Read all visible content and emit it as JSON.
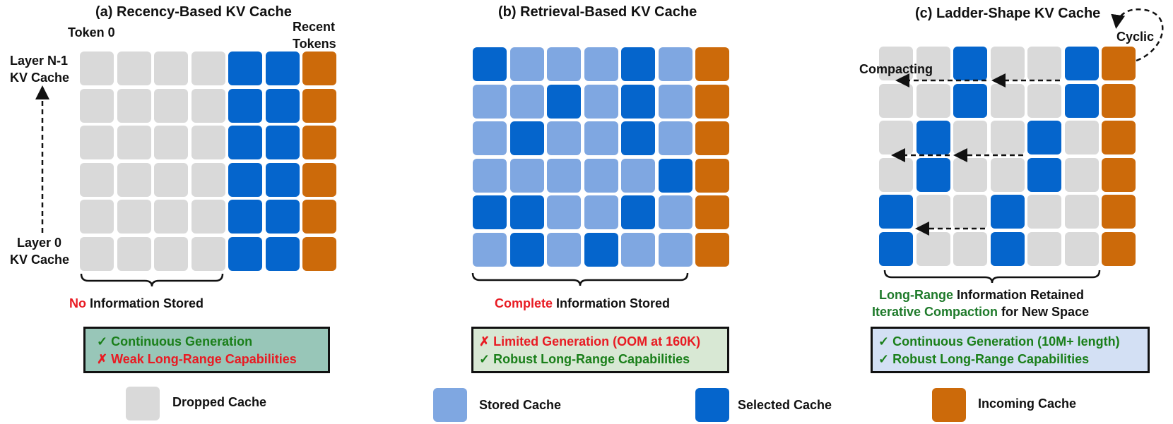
{
  "colors": {
    "dropped": "#d9d9d9",
    "stored": "#7fa7e1",
    "selected": "#0565cc",
    "incoming": "#cc6a0a",
    "red": "#e81b23",
    "green": "#1a7f1a"
  },
  "panel_a": {
    "title": "(a) Recency-Based KV Cache",
    "token0": "Token 0",
    "recent_line1": "Recent",
    "recent_line2": "Tokens",
    "layer_top_1": "Layer N-1",
    "layer_top_2": "KV Cache",
    "layer_bot_1": "Layer 0",
    "layer_bot_2": "KV Cache",
    "caption_red": "No",
    "caption_rest": " Information Stored",
    "grid": [
      "DDDDSSI",
      "DDDDSSI",
      "DDDDSSI",
      "DDDDSSI",
      "DDDDSSI",
      "DDDDSSI"
    ],
    "box_line1": "✓ Continuous Generation",
    "box_line2": "✗ Weak Long-Range Capabilities"
  },
  "panel_b": {
    "title": "(b) Retrieval-Based KV Cache",
    "caption_red": "Complete",
    "caption_rest": " Information Stored",
    "grid": [
      "STTTSTI",
      "TTSTSTI",
      "TSTTSTI",
      "TTTTTSI",
      "SSTTSTI",
      "TSTSTTI"
    ],
    "box_line1": "✗ Limited Generation (OOM at 160K)",
    "box_line2": "✓ Robust Long-Range Capabilities"
  },
  "panel_c": {
    "title": "(c) Ladder-Shape KV Cache",
    "cyclic": "Cyclic",
    "compacting": "Compacting",
    "caption1_green": "Long-Range",
    "caption1_rest": " Information Retained",
    "caption2_green": "Iterative Compaction",
    "caption2_rest": " for New Space",
    "grid": [
      "DDSDDSI",
      "DDSDDSI",
      "DSDDSDI",
      "DSDDSDI",
      "SDDSDDI",
      "SDDSDDI"
    ],
    "box_line1": "✓ Continuous Generation (10M+ length)",
    "box_line2": "✓ Robust Long-Range Capabilities"
  },
  "legend": [
    {
      "key": "dropped",
      "label": "Dropped Cache"
    },
    {
      "key": "stored",
      "label": "Stored Cache"
    },
    {
      "key": "selected",
      "label": "Selected Cache"
    },
    {
      "key": "incoming",
      "label": "Incoming Cache"
    }
  ]
}
